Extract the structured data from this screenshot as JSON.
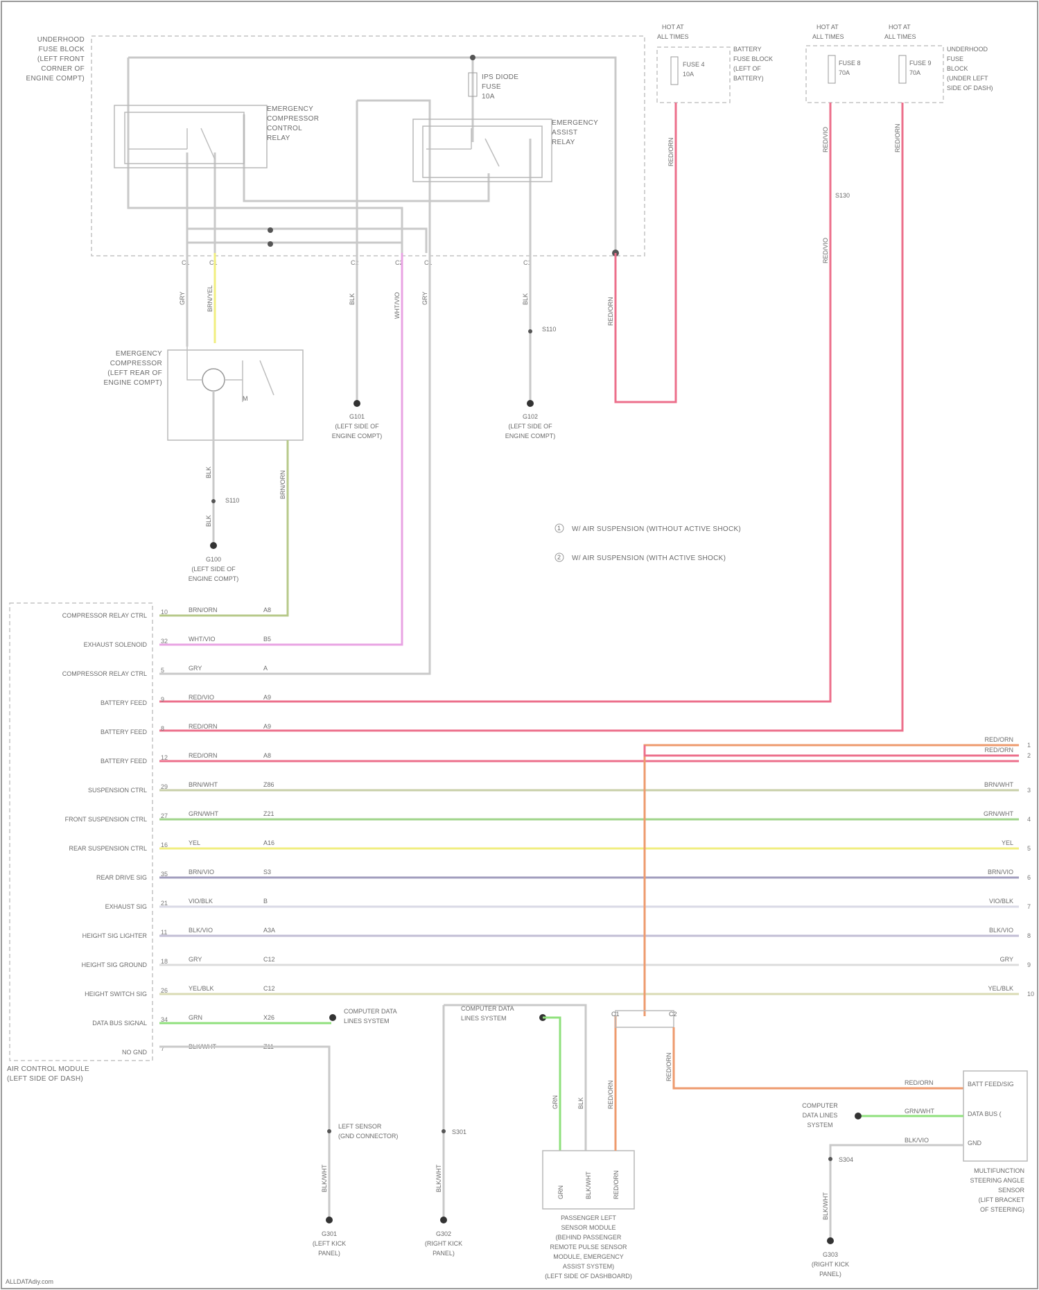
{
  "relay_box": {
    "label": [
      "UNDERHOOD",
      "FUSE BLOCK",
      "(LEFT FRONT",
      "CORNER OF",
      "ENGINE COMPT)"
    ],
    "relay1_label": [
      "EMERGENCY",
      "COMPRESSOR",
      "CONTROL",
      "RELAY"
    ],
    "relay2_label": [
      "EMERGENCY",
      "ASSIST",
      "RELAY"
    ],
    "fuse_label": [
      "IPS DIODE",
      "FUSE",
      "10A"
    ]
  },
  "top_fuses": [
    {
      "id": "fuse-e",
      "top": [
        "HOT AT",
        "ALL TIMES"
      ],
      "fuse": [
        "FUSE 4",
        "10A"
      ],
      "desc": [
        "BATTERY",
        "FUSE BLOCK",
        "(LEFT OF",
        "BATTERY)"
      ]
    },
    {
      "id": "fuse-f",
      "top": [
        "HOT AT",
        "ALL TIMES"
      ],
      "fuse": [
        "FUSE 8",
        "70A"
      ],
      "desc": []
    },
    {
      "id": "fuse-g",
      "top": [
        "HOT AT",
        "ALL TIMES"
      ],
      "fuse": [
        "FUSE 9",
        "70A"
      ],
      "desc": [
        "UNDERHOOD",
        "FUSE",
        "BLOCK",
        "(UNDER LEFT",
        "SIDE OF DASH)"
      ]
    }
  ],
  "compressor": {
    "label": [
      "EMERGENCY",
      "COMPRESSOR",
      "(LEFT REAR OF",
      "ENGINE COMPT)"
    ]
  },
  "grounds": [
    {
      "id": "g100",
      "label": [
        "G100",
        "(LEFT SIDE OF",
        "ENGINE COMPT)"
      ]
    },
    {
      "id": "g101",
      "label": [
        "G101",
        "(LEFT SIDE OF",
        "ENGINE COMPT)"
      ]
    },
    {
      "id": "g102",
      "label": [
        "G102",
        "(LEFT SIDE OF",
        "ENGINE COMPT)"
      ]
    },
    {
      "id": "g301",
      "label": [
        "G301",
        "(LEFT KICK",
        "PANEL)"
      ]
    },
    {
      "id": "g302",
      "label": [
        "G302",
        "(RIGHT KICK",
        "PANEL)"
      ]
    },
    {
      "id": "g303",
      "label": [
        "G303",
        "(RIGHT KICK",
        "PANEL)"
      ]
    }
  ],
  "legend": [
    "W/ AIR SUSPENSION (WITHOUT ACTIVE SHOCK)",
    "W/ AIR SUSPENSION (WITH ACTIVE SHOCK)"
  ],
  "module_label": [
    "AIR CONTROL MODULE",
    "(LEFT SIDE OF DASH)"
  ],
  "module_pins": [
    {
      "label": "COMPRESSOR RELAY CTRL",
      "pin": "10",
      "color": "BRN/ORN",
      "code": "A8",
      "wire": "#b7c98a"
    },
    {
      "label": "EXHAUST SOLENOID",
      "pin": "32",
      "color": "WHT/VIO",
      "code": "B5",
      "wire": "#e8a3e3"
    },
    {
      "label": "COMPRESSOR RELAY CTRL",
      "pin": "5",
      "color": "GRY",
      "code": "A",
      "wire": "#d3d3d3"
    },
    {
      "label": "BATTERY FEED",
      "pin": "9",
      "color": "RED/VIO",
      "code": "A9",
      "wire": "#ec6f8b"
    },
    {
      "label": "BATTERY FEED",
      "pin": "8",
      "color": "RED/ORN",
      "code": "A9",
      "wire": "#ec6f8b"
    },
    {
      "label": "BATTERY FEED",
      "pin": "12",
      "color": "RED/ORN",
      "code": "A8",
      "wire": "#ec6f8b"
    },
    {
      "label": "SUSPENSION CTRL",
      "pin": "29",
      "color": "BRN/WHT",
      "code": "Z86",
      "wire": "#c8cfa8"
    },
    {
      "label": "FRONT SUSPENSION CTRL",
      "pin": "27",
      "color": "GRN/WHT",
      "code": "Z21",
      "wire": "#9fd48a"
    },
    {
      "label": "REAR SUSPENSION CTRL",
      "pin": "16",
      "color": "YEL",
      "code": "A16",
      "wire": "#f0ee7f"
    },
    {
      "label": "REAR DRIVE SIG",
      "pin": "35",
      "color": "BRN/VIO",
      "code": "S3",
      "wire": "#a19dbd"
    },
    {
      "label": "EXHAUST SIG",
      "pin": "21",
      "color": "VIO/BLK",
      "code": "B",
      "wire": "#d9d9e6"
    },
    {
      "label": "HEIGHT SIG LIGHTER",
      "pin": "11",
      "color": "BLK/VIO",
      "code": "A3A",
      "wire": "#c2bed4"
    },
    {
      "label": "HEIGHT SIG GROUND",
      "pin": "18",
      "color": "GRY",
      "code": "C12",
      "wire": "#dcdcdc"
    },
    {
      "label": "HEIGHT SWITCH SIG",
      "pin": "26",
      "color": "YEL/BLK",
      "code": "C12",
      "wire": "#dadbb4"
    },
    {
      "label": "DATA BUS SIGNAL",
      "pin": "34",
      "color": "GRN",
      "code": "X26",
      "wire": "#8fe07c"
    },
    {
      "label": "NO GND",
      "pin": "7",
      "color": "BLK/WHT",
      "code": "Z11",
      "wire": "#d8c7c0"
    }
  ],
  "right_labels": [
    {
      "text": "RED/ORN",
      "pin": "1"
    },
    {
      "text": "RED/ORN",
      "pin": "2"
    },
    {
      "text": "BRN/WHT",
      "pin": "3"
    },
    {
      "text": "GRN/WHT",
      "pin": "4"
    },
    {
      "text": "YEL",
      "pin": "5"
    },
    {
      "text": "BRN/VIO",
      "pin": "6"
    },
    {
      "text": "VIO/BLK",
      "pin": "7"
    },
    {
      "text": "BLK/VIO",
      "pin": "8"
    },
    {
      "text": "GRY",
      "pin": "9"
    },
    {
      "text": "YEL/BLK",
      "pin": "10"
    }
  ],
  "bottom": {
    "splice1": [
      "LEFT SENSOR",
      "(GND CONNECTOR)"
    ],
    "datalink1": [
      "COMPUTER DATA",
      "LINES SYSTEM"
    ],
    "datalink2": [
      "COMPUTER DATA",
      "LINES SYSTEM"
    ],
    "datalink3": [
      "COMPUTER",
      "DATA LINES",
      "SYSTEM"
    ],
    "sensor_label": [
      "PASSENGER LEFT",
      "SENSOR MODULE",
      "(BEHIND PASSENGER",
      "REMOTE PULSE SENSOR",
      "MODULE, EMERGENCY",
      "ASSIST SYSTEM)",
      "(LEFT SIDE OF DASHBOARD)"
    ],
    "ride_label": [
      "MULTIFUNCTION",
      "STEERING ANGLE",
      "SENSOR",
      "(LIFT BRACKET",
      "OF STEERING)"
    ],
    "ride_pins": [
      "BATT FEED/SIG",
      "DATA BUS (",
      "GND"
    ],
    "tiny_footer": "ALLDATAdiy.com"
  }
}
